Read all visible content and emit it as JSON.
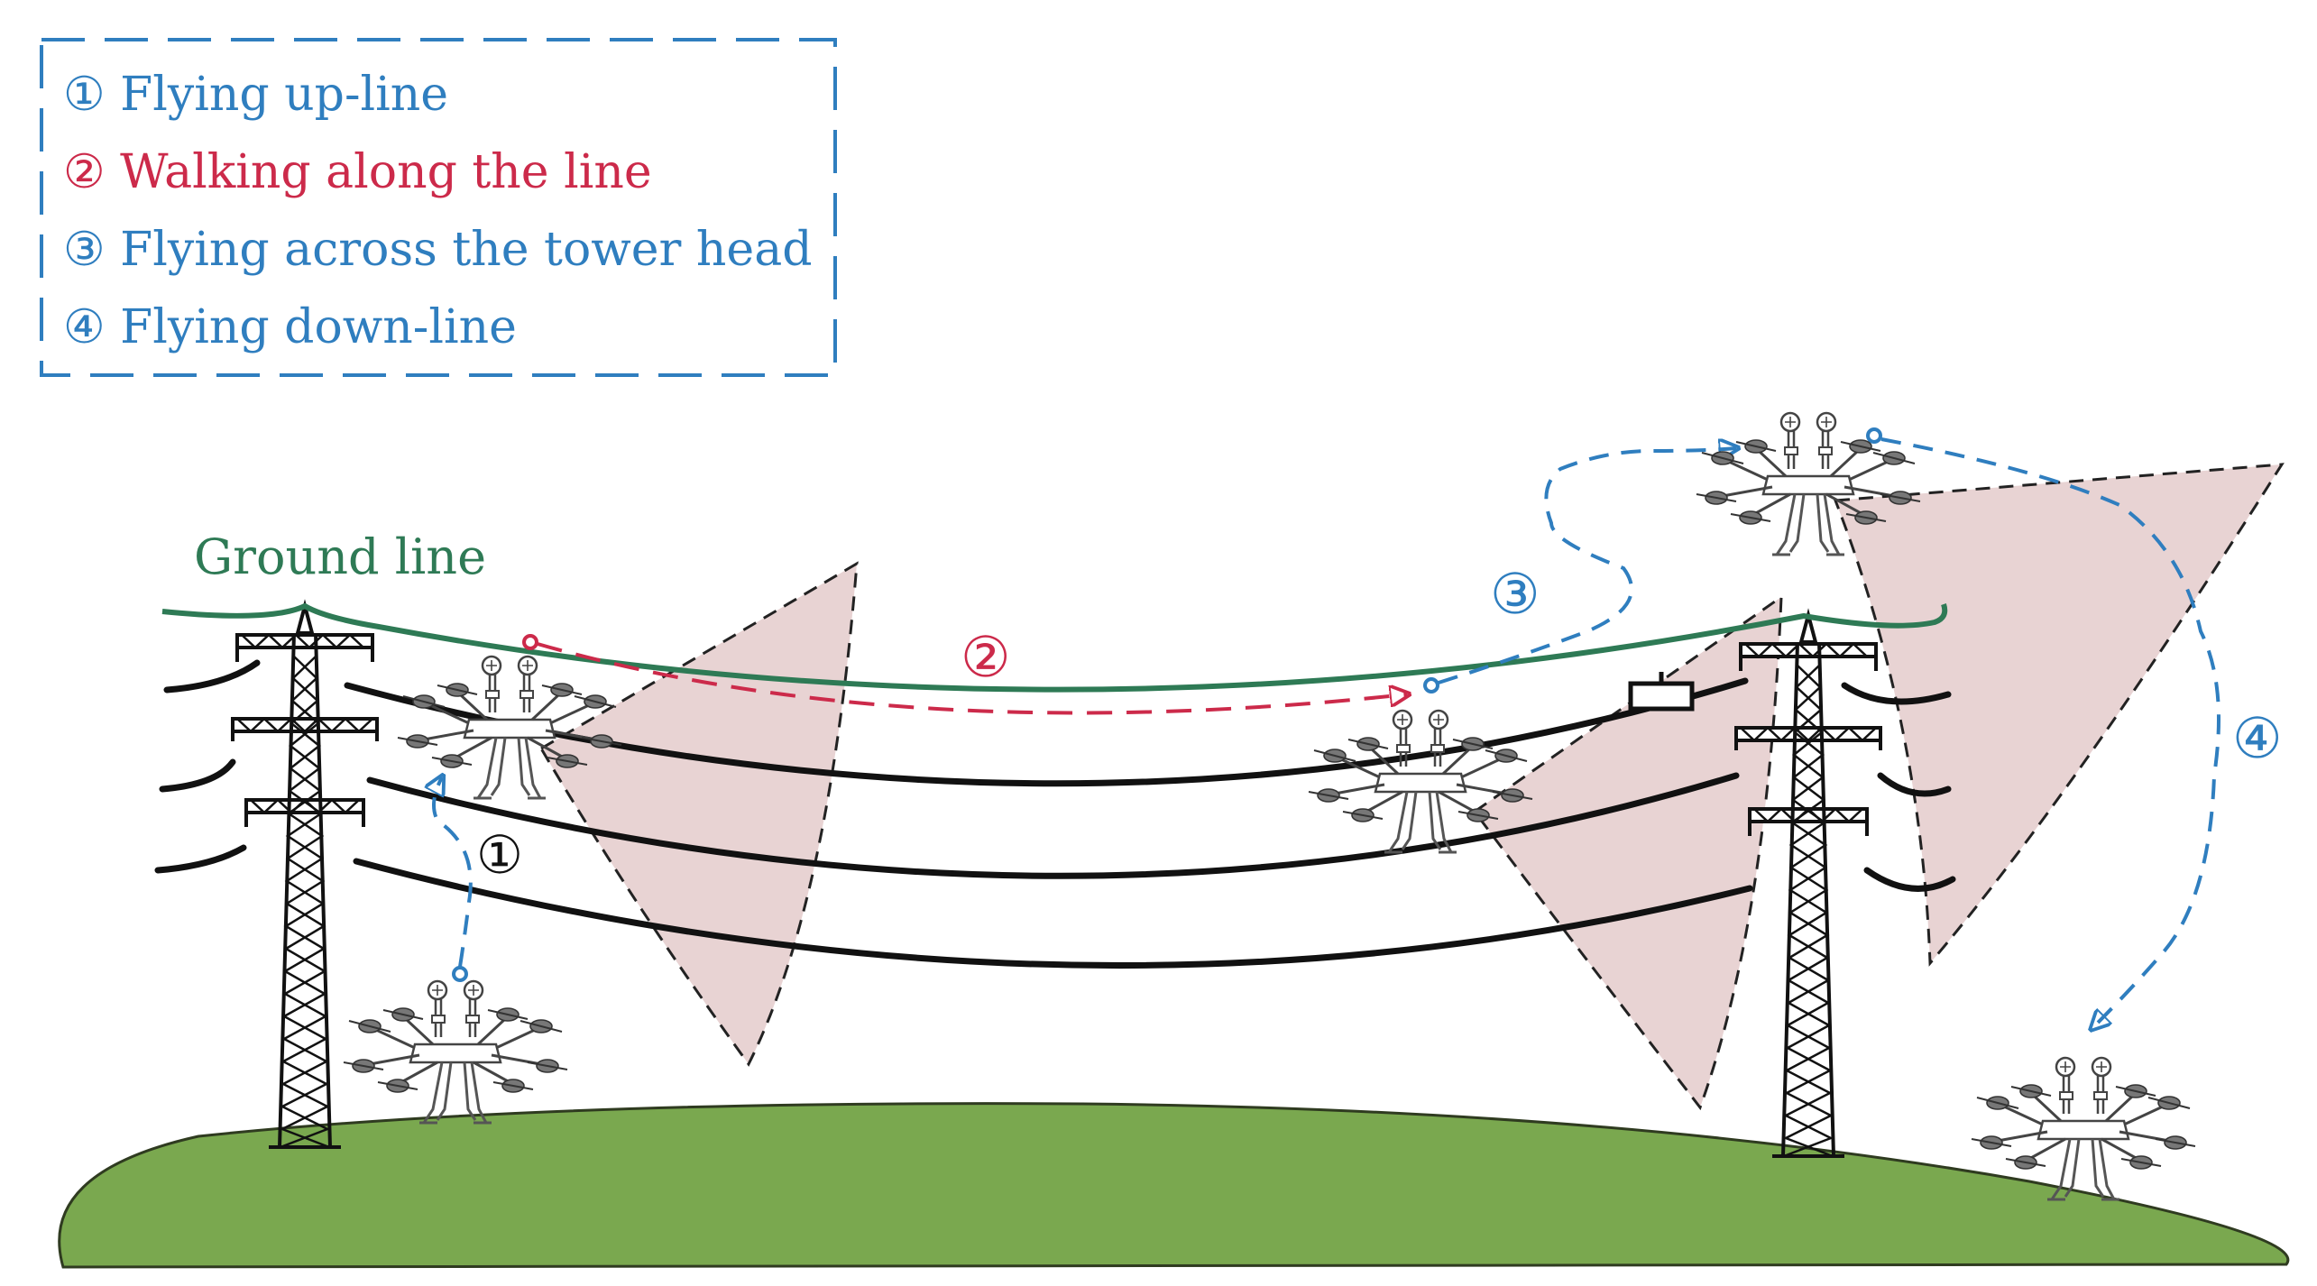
{
  "colors": {
    "blue": "#2f7ebf",
    "red": "#cc2a4a",
    "green_line": "#2e7a55",
    "ground_fill": "#7aa84f",
    "ground_stroke": "#2f3b20",
    "wire": "#111111",
    "wedge_fill": "#e8d3d3",
    "legend_border": "#2f7ebf"
  },
  "legend": {
    "items": [
      {
        "label": "① Flying up-line",
        "color": "blue"
      },
      {
        "label": "② Walking along the line",
        "color": "red"
      },
      {
        "label": "③ Flying across the tower head",
        "color": "blue"
      },
      {
        "label": "④ Flying down-line",
        "color": "blue"
      }
    ]
  },
  "labels": {
    "ground_line": "Ground line",
    "step1": "①",
    "step2": "②",
    "step3": "③",
    "step4": "④"
  },
  "icons": [
    "drone-icon",
    "transmission-tower-icon",
    "insulator-box-icon"
  ]
}
